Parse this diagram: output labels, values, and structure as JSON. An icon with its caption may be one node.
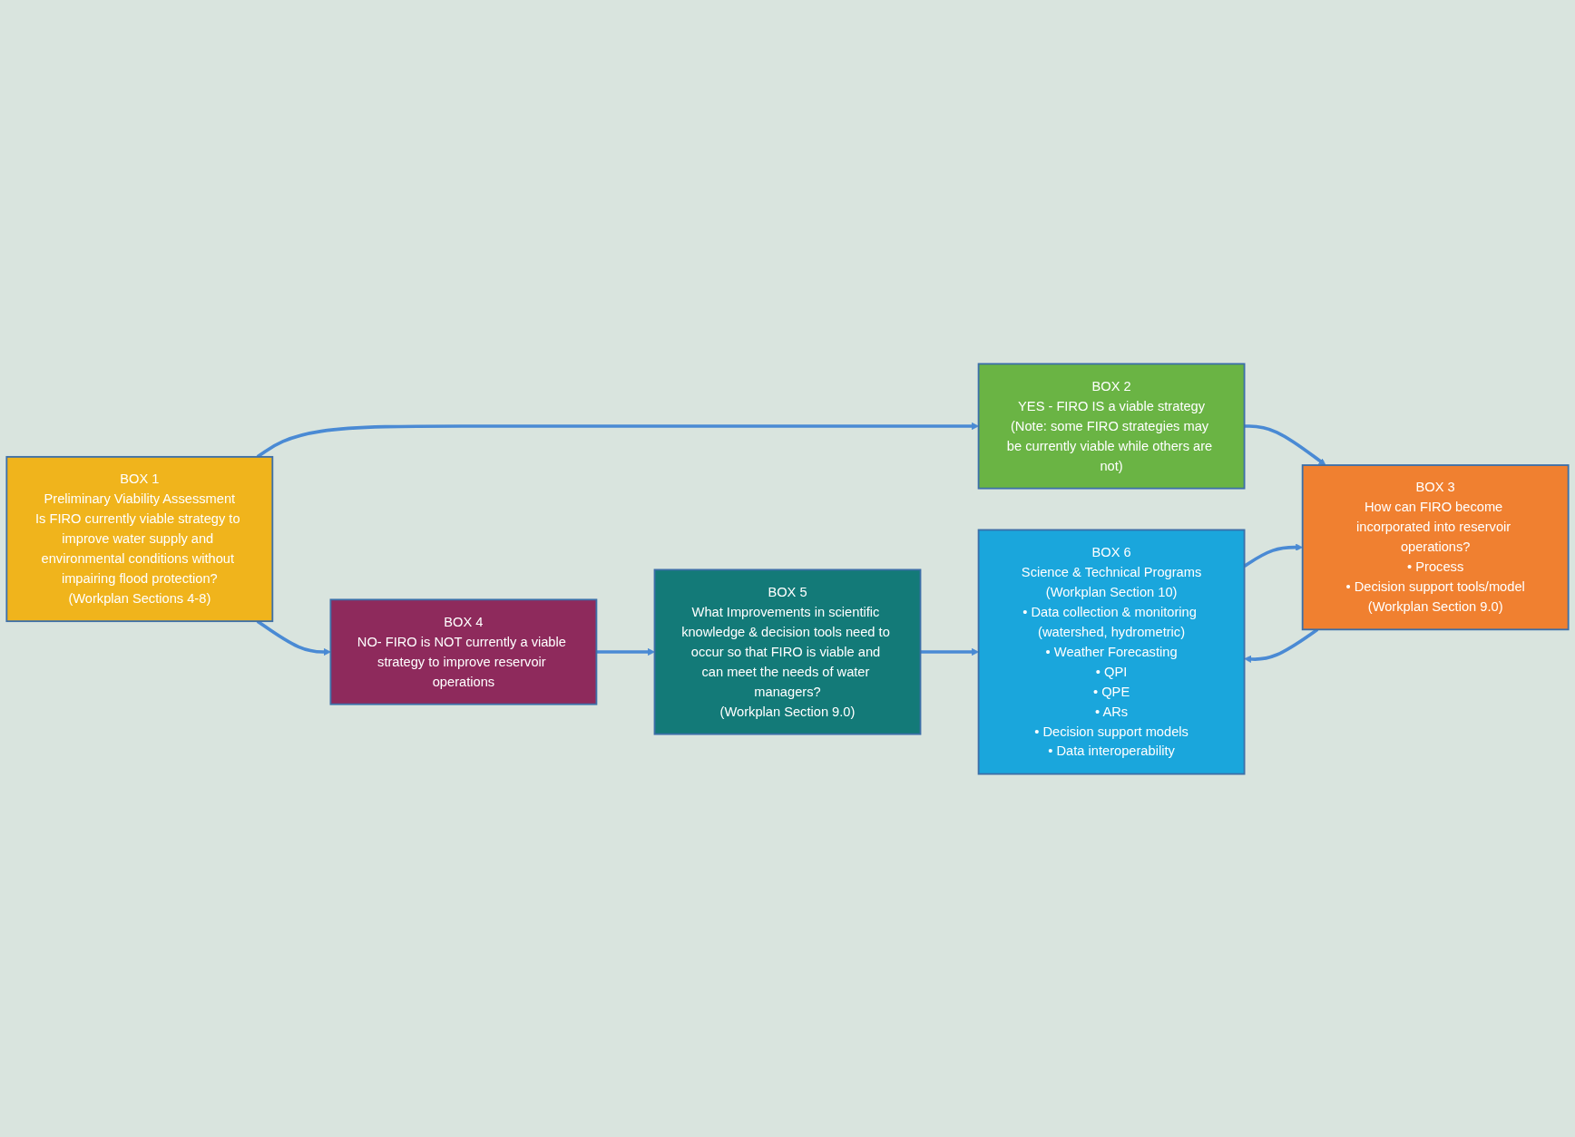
{
  "diagram": {
    "nodes": [
      {
        "text": [
          "BOX 1",
          "Preliminary Viability Assessment",
          "Is FIRO currently viable strategy to improve water supply and environmental conditions without impairing flood protection?",
          "(Workplan Sections 4-8)"
        ]
      },
      {
        "text": [
          "BOX 4",
          "NO- FIRO is NOT currently a viable strategy to improve reservoir operations"
        ]
      },
      {
        "text": [
          "BOX 5",
          "What Improvements in scientific knowledge & decision tools need to occur so that FIRO is viable and can meet the needs of water managers?",
          "(Workplan Section 9.0)"
        ]
      },
      {
        "text": [
          "BOX 2",
          "YES - FIRO IS a viable strategy",
          "(Note: some FIRO strategies may be currently viable while others are not)"
        ]
      },
      {
        "text": [
          "BOX 3",
          "How can FIRO become incorporated into reservoir operations?",
          "• Process",
          "• Decision support tools/model",
          "(Workplan Section 9.0)"
        ]
      },
      {
        "text": [
          "BOX 6",
          "Science & Technical Programs",
          "(Workplan Section 10)",
          "• Data collection & monitoring (watershed, hydrometric)",
          "• Weather Forecasting",
          "• QPI",
          "• QPE",
          "• ARs",
          "• Decision support models",
          "• Data interoperability"
        ]
      }
    ],
    "edges": [
      {
        "from": 0,
        "to": 1,
        "arrow": "to"
      },
      {
        "from": 1,
        "to": 2,
        "arrow": "to"
      },
      {
        "from": 2,
        "to": 5,
        "arrow": "to"
      },
      {
        "from": 0,
        "to": 3,
        "arrow": "to"
      },
      {
        "from": 3,
        "to": 4,
        "arrow": "to"
      },
      {
        "from": 4,
        "to": 5,
        "arrow": "to"
      },
      {
        "from": 5,
        "to": 4,
        "arrow": "to"
      }
    ]
  }
}
